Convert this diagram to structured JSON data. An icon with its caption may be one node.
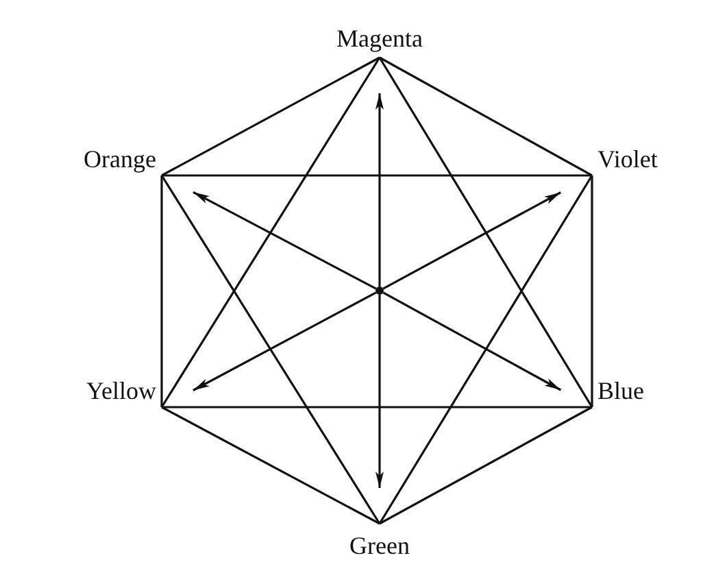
{
  "diagram": {
    "nodes": [
      {
        "text": [
          "Magenta"
        ]
      },
      {
        "text": [
          "Orange"
        ]
      },
      {
        "text": [
          "Violet"
        ]
      },
      {
        "text": [
          "Yellow"
        ]
      },
      {
        "text": [
          "Blue"
        ]
      },
      {
        "text": [
          "Green"
        ]
      },
      {
        "text": [],
        "shape": "circle"
      }
    ],
    "edges": [
      {
        "from": 0,
        "to": 1,
        "arrow": "none"
      },
      {
        "from": 0,
        "to": 2,
        "arrow": "none"
      },
      {
        "from": 2,
        "to": 4,
        "arrow": "none"
      },
      {
        "from": 4,
        "to": 5,
        "arrow": "none"
      },
      {
        "from": 5,
        "to": 3,
        "arrow": "none"
      },
      {
        "from": 3,
        "to": 1,
        "arrow": "none"
      },
      {
        "from": 1,
        "to": 2,
        "arrow": "none"
      },
      {
        "from": 3,
        "to": 4,
        "arrow": "none"
      },
      {
        "from": 0,
        "to": 3,
        "arrow": "none"
      },
      {
        "from": 0,
        "to": 4,
        "arrow": "none"
      },
      {
        "from": 5,
        "to": 1,
        "arrow": "none"
      },
      {
        "from": 5,
        "to": 2,
        "arrow": "none"
      },
      {
        "from": 6,
        "to": 0,
        "arrow": "to"
      },
      {
        "from": 6,
        "to": 5,
        "arrow": "to"
      },
      {
        "from": 6,
        "to": 1,
        "arrow": "to"
      },
      {
        "from": 6,
        "to": 4,
        "arrow": "to"
      },
      {
        "from": 6,
        "to": 2,
        "arrow": "to"
      },
      {
        "from": 6,
        "to": 3,
        "arrow": "to"
      }
    ]
  }
}
